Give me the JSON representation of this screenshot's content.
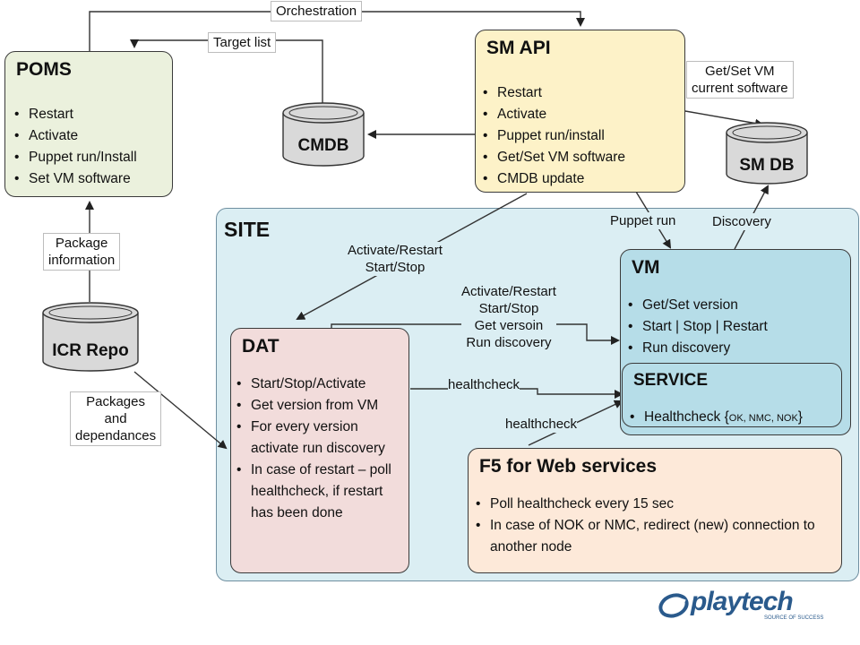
{
  "poms": {
    "title": "POMS",
    "items": [
      "Restart",
      "Activate",
      "Puppet run/Install",
      "Set VM software"
    ]
  },
  "sm_api": {
    "title": "SM API",
    "items": [
      "Restart",
      "Activate",
      "Puppet run/install",
      "Get/Set VM software",
      "CMDB update"
    ]
  },
  "site": {
    "title": "SITE"
  },
  "vm": {
    "title": "VM",
    "items": [
      "Get/Set version",
      "Start | Stop | Restart",
      "Run discovery"
    ]
  },
  "service": {
    "title": "SERVICE",
    "item_prefix": "Healthcheck {",
    "item_small": "OK, NMC, NOK",
    "item_suffix": "}"
  },
  "dat": {
    "title": "DAT",
    "items": [
      "Start/Stop/Activate",
      "Get version from VM",
      "For every version activate run discovery",
      "In case of restart – poll healthcheck, if restart has been done"
    ]
  },
  "f5": {
    "title": "F5 for Web services",
    "items": [
      "Poll healthcheck every 15 sec",
      "In case of NOK or NMC, redirect (new) connection to another node"
    ]
  },
  "databases": {
    "cmdb": "CMDB",
    "sm_db": "SM DB",
    "icr_repo": "ICR Repo"
  },
  "labels": {
    "orchestration": "Orchestration",
    "target_list": "Target list",
    "get_set_vm_line1": "Get/Set VM",
    "get_set_vm_line2": "current software",
    "package_info_line1": "Package",
    "package_info_line2": "information",
    "packages_line1": "Packages",
    "packages_line2": "and",
    "packages_line3": "dependances",
    "puppet_run": "Puppet run",
    "discovery": "Discovery",
    "activate_restart_1_line1": "Activate/Restart",
    "activate_restart_1_line2": "Start/Stop",
    "activate_restart_2_line1": "Activate/Restart",
    "activate_restart_2_line2": "Start/Stop",
    "activate_restart_2_line3": "Get versoin",
    "activate_restart_2_line4": "Run discovery",
    "healthcheck_1": "healthcheck",
    "healthcheck_2": "healthcheck"
  },
  "logo": {
    "text": "playtech",
    "tagline": "SOURCE OF SUCCESS"
  },
  "colors": {
    "poms": "#ebf1dd",
    "sm_api": "#fdf2c8",
    "site": "#dbeef3",
    "vm": "#b6dde8",
    "dat": "#f2dcdb",
    "f5": "#fde9d9",
    "db": "#d9d9d9",
    "logo": "#2a5a8c"
  }
}
